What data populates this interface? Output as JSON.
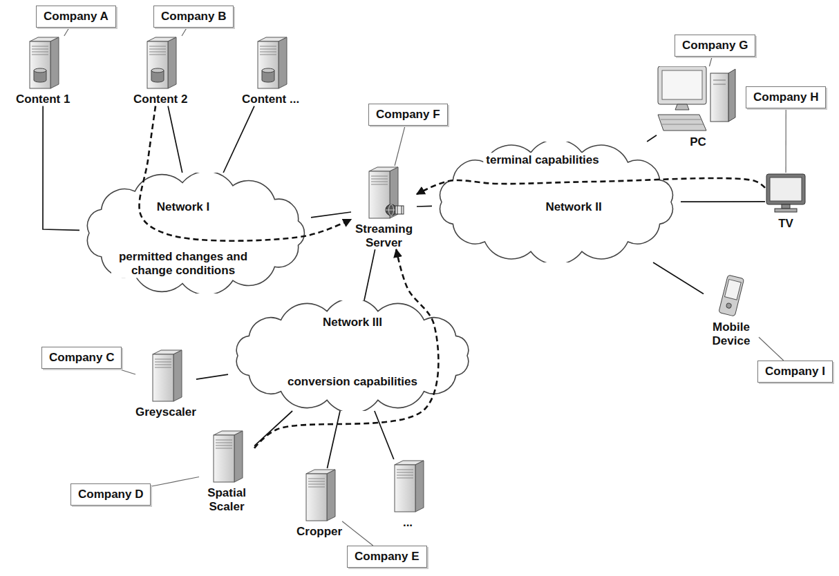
{
  "diagram": {
    "nodes": [
      {
        "text": [
          "Company A"
        ]
      },
      {
        "text": [
          "Company B"
        ]
      },
      {
        "text": [
          "Content 1"
        ]
      },
      {
        "text": [
          "Content 2"
        ]
      },
      {
        "text": [
          "Content ..."
        ]
      },
      {
        "text": [
          "Company G"
        ]
      },
      {
        "text": [
          "Company F"
        ]
      },
      {
        "text": [
          "Company H"
        ]
      },
      {
        "text": [
          "PC"
        ]
      },
      {
        "text": [
          "Network I"
        ]
      },
      {
        "text": [
          "Streaming Server"
        ]
      },
      {
        "text": [
          "Network II"
        ]
      },
      {
        "text": [
          "TV"
        ]
      },
      {
        "text": [
          "Company C"
        ]
      },
      {
        "text": [
          "Mobile Device"
        ]
      },
      {
        "text": [
          "Company I"
        ]
      },
      {
        "text": [
          "Network III"
        ]
      },
      {
        "text": [
          "Greyscaler"
        ]
      },
      {
        "text": [
          "Spatial Scaler"
        ]
      },
      {
        "text": [
          "Company D"
        ]
      },
      {
        "text": [
          "Cropper"
        ]
      },
      {
        "text": [
          "..."
        ]
      },
      {
        "text": [
          "Company E"
        ]
      }
    ],
    "edges": [
      {
        "from": 0,
        "to": 2,
        "arrow": "none"
      },
      {
        "from": 1,
        "to": 3,
        "arrow": "none"
      },
      {
        "from": 5,
        "to": 8,
        "arrow": "none"
      },
      {
        "from": 6,
        "to": 10,
        "arrow": "none"
      },
      {
        "from": 7,
        "to": 12,
        "arrow": "none"
      },
      {
        "from": 15,
        "to": 14,
        "arrow": "none"
      },
      {
        "from": 13,
        "to": 17,
        "arrow": "none"
      },
      {
        "from": 19,
        "to": 18,
        "arrow": "none"
      },
      {
        "from": 22,
        "to": 20,
        "arrow": "none"
      },
      {
        "from": 2,
        "to": 9,
        "arrow": "none"
      },
      {
        "from": 3,
        "to": 9,
        "arrow": "none"
      },
      {
        "from": 4,
        "to": 9,
        "arrow": "none"
      },
      {
        "from": 9,
        "to": 10,
        "arrow": "none"
      },
      {
        "from": 10,
        "to": 11,
        "arrow": "none"
      },
      {
        "from": 11,
        "to": 8,
        "arrow": "none"
      },
      {
        "from": 11,
        "to": 12,
        "arrow": "none"
      },
      {
        "from": 11,
        "to": 14,
        "arrow": "none"
      },
      {
        "from": 10,
        "to": 16,
        "arrow": "none"
      },
      {
        "from": 16,
        "to": 17,
        "arrow": "none"
      },
      {
        "from": 16,
        "to": 18,
        "arrow": "none"
      },
      {
        "from": 16,
        "to": 20,
        "arrow": "none"
      },
      {
        "from": 16,
        "to": 21,
        "arrow": "none"
      },
      {
        "from": 3,
        "to": 10,
        "label": "permitted changes and change conditions",
        "arrow": "to"
      },
      {
        "from": 12,
        "to": 10,
        "label": "terminal capabilities",
        "arrow": "to"
      },
      {
        "from": 18,
        "to": 10,
        "label": "conversion capabilities",
        "arrow": "to"
      }
    ]
  }
}
